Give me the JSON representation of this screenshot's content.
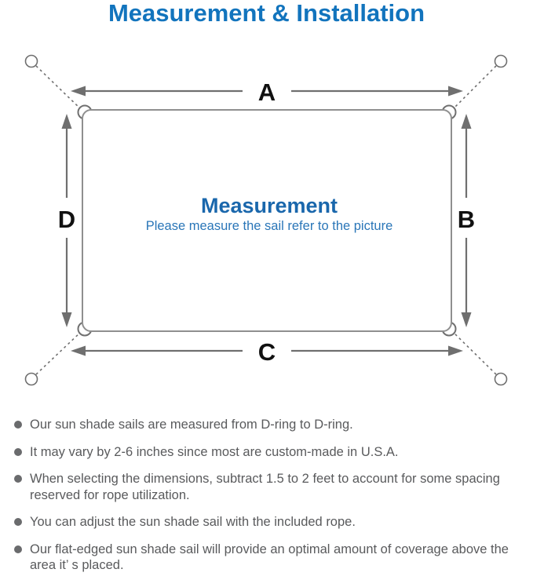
{
  "title": "Measurement & Installation",
  "diagram": {
    "labels": {
      "top": "A",
      "right": "B",
      "bottom": "C",
      "left": "D"
    },
    "center_title": "Measurement",
    "center_subtitle": "Please measure the sail refer to the picture",
    "colors": {
      "title_blue": "#1274bd",
      "center_title_blue": "#1a67ac",
      "center_subtitle_blue": "#2a76b8",
      "arrow_gray": "#6f6f6f",
      "sail_border_gray": "#8f8f8f",
      "label_black": "#111111",
      "note_text_gray": "#595a5c"
    }
  },
  "bullets": [
    "Our sun shade sails are measured from D-ring to D-ring.",
    "It may vary by 2-6 inches since most are custom-made in U.S.A.",
    "When selecting the dimensions, subtract 1.5 to 2 feet to account for some spacing reserved for rope utilization.",
    "You can adjust the sun shade sail with the included rope.",
    "Our flat-edged sun shade sail will provide an optimal amount of coverage above the area it’ s placed."
  ]
}
